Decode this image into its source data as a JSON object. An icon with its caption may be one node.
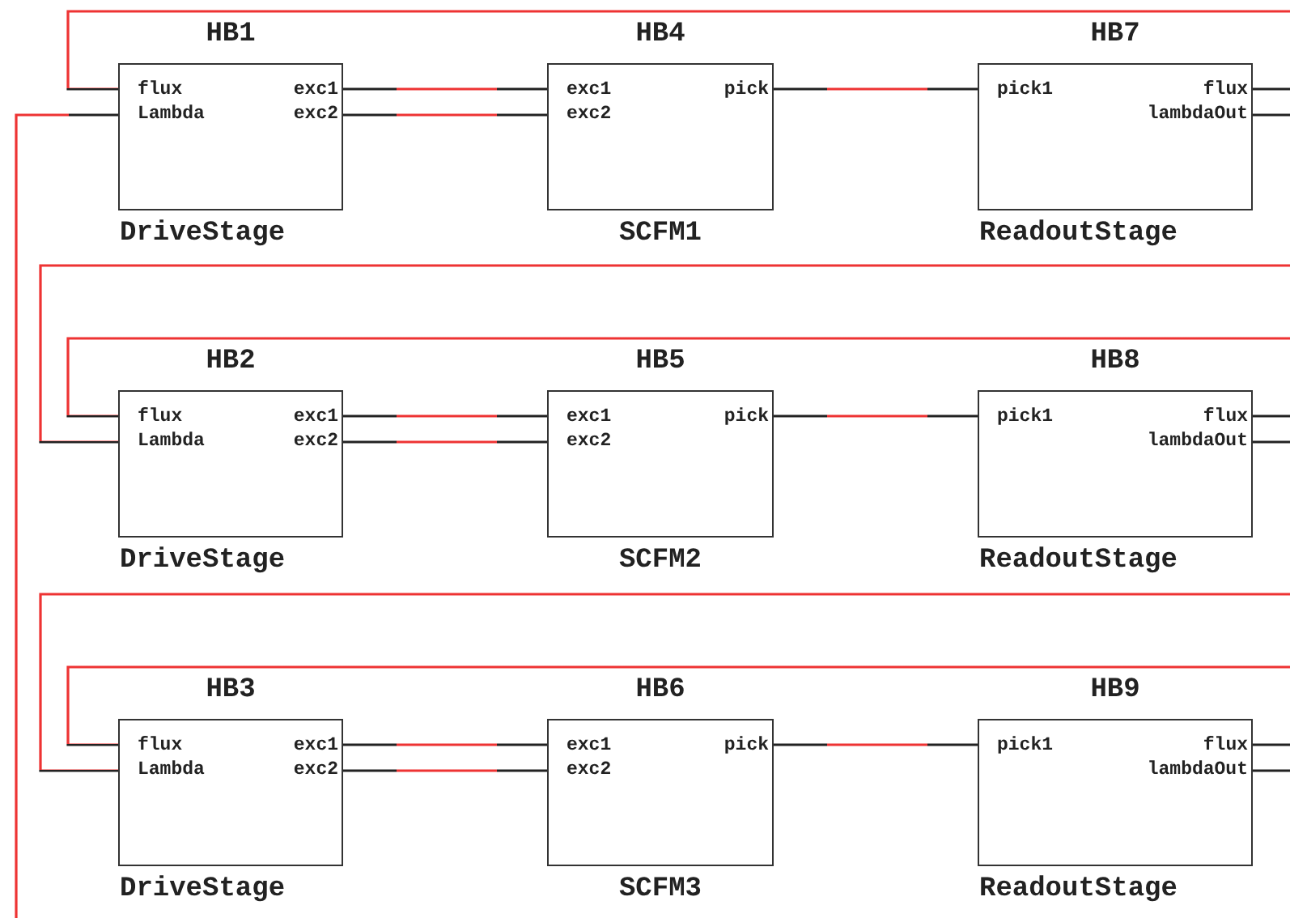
{
  "diagram": {
    "nodes": [
      {
        "text": [
          "HB1",
          "flux",
          "Lambda",
          "exc1",
          "exc2",
          "DriveStage"
        ]
      },
      {
        "text": [
          "HB4",
          "exc1",
          "exc2",
          "pick",
          "SCFM1"
        ]
      },
      {
        "text": [
          "HB7",
          "pick1",
          "flux",
          "lambdaOut",
          "ReadoutStage"
        ]
      },
      {
        "text": [
          "HB2",
          "flux",
          "Lambda",
          "exc1",
          "exc2",
          "DriveStage"
        ]
      },
      {
        "text": [
          "HB5",
          "exc1",
          "exc2",
          "pick",
          "SCFM2"
        ]
      },
      {
        "text": [
          "HB8",
          "pick1",
          "flux",
          "lambdaOut",
          "ReadoutStage"
        ]
      },
      {
        "text": [
          "HB3",
          "flux",
          "Lambda",
          "exc1",
          "exc2",
          "DriveStage"
        ]
      },
      {
        "text": [
          "HB6",
          "exc1",
          "exc2",
          "pick",
          "SCFM3"
        ]
      },
      {
        "text": [
          "HB9",
          "pick1",
          "flux",
          "lambdaOut",
          "ReadoutStage"
        ]
      }
    ],
    "edges": [
      {
        "from": 0,
        "to": 1,
        "arrow": "none"
      },
      {
        "from": 0,
        "to": 1,
        "arrow": "none"
      },
      {
        "from": 1,
        "to": 2,
        "arrow": "none"
      },
      {
        "from": null,
        "to": 0,
        "arrow": "none"
      },
      {
        "from": null,
        "to": 0,
        "arrow": "none"
      },
      {
        "from": 2,
        "to": null,
        "arrow": "none",
        "color": "#222222"
      },
      {
        "from": 2,
        "to": null,
        "arrow": "none",
        "color": "#222222"
      },
      {
        "from": 3,
        "to": 4,
        "arrow": "none"
      },
      {
        "from": 3,
        "to": 4,
        "arrow": "none"
      },
      {
        "from": 4,
        "to": 5,
        "arrow": "none"
      },
      {
        "from": null,
        "to": 3,
        "arrow": "none"
      },
      {
        "from": null,
        "to": 3,
        "arrow": "none"
      },
      {
        "from": 5,
        "to": null,
        "arrow": "none",
        "color": "#222222"
      },
      {
        "from": 5,
        "to": null,
        "arrow": "none",
        "color": "#222222"
      },
      {
        "from": 6,
        "to": 7,
        "arrow": "none"
      },
      {
        "from": 6,
        "to": 7,
        "arrow": "none"
      },
      {
        "from": 7,
        "to": 8,
        "arrow": "none"
      },
      {
        "from": null,
        "to": 6,
        "arrow": "none"
      },
      {
        "from": null,
        "to": 6,
        "arrow": "none"
      },
      {
        "from": 8,
        "to": null,
        "arrow": "none",
        "color": "#222222"
      },
      {
        "from": 8,
        "to": null,
        "arrow": "none",
        "color": "#222222"
      }
    ]
  }
}
